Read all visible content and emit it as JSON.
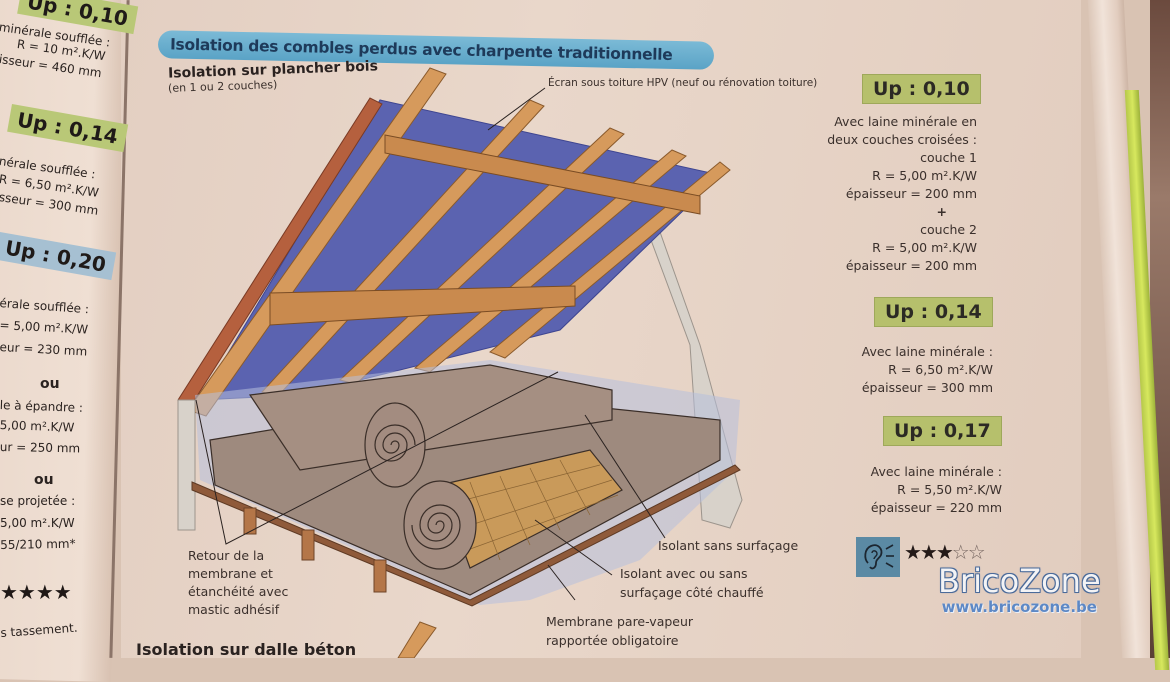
{
  "left_page": {
    "entries": [
      {
        "badge": "Up : 0,10",
        "color": "green",
        "lines": [
          "minérale soufflée :",
          "R = 10 m².K/W",
          "isseur = 460 mm"
        ]
      },
      {
        "badge": "Up : 0,14",
        "color": "green",
        "lines": [
          "nérale soufflée :",
          "R = 6,50 m².K/W",
          "sseur = 300 mm"
        ]
      },
      {
        "badge": "Up : 0,20",
        "color": "blue",
        "lines": [
          "érale soufflée :",
          "= 5,00 m².K/W",
          "eur = 230 mm",
          "ou",
          "le à épandre :",
          "5,00 m².K/W",
          "ur = 250 mm",
          "ou",
          "se projetée :",
          "5,00 m².K/W",
          "55/210 mm*"
        ]
      }
    ],
    "rating": "★★★★",
    "footnote": "s tassement."
  },
  "section": {
    "title": "Isolation des combles perdus avec charpente traditionnelle",
    "subtitle": "Isolation sur plancher bois",
    "subnote": "(en 1 ou 2 couches)"
  },
  "diagram_labels": {
    "screen": "Écran sous toiture HPV (neuf ou rénovation toiture)",
    "return": [
      "Retour de la",
      "membrane et",
      "étanchéité avec",
      "mastic adhésif"
    ],
    "unfaced": "Isolant sans surfaçage",
    "faced": [
      "Isolant avec ou sans",
      "surfaçage côté chauffé"
    ],
    "vapor": [
      "Membrane pare-vapeur",
      "rapportée obligatoire"
    ]
  },
  "specs": [
    {
      "badge": "Up : 0,10",
      "lines": [
        "Avec laine minérale en",
        "deux couches croisées :",
        "couche 1",
        "R = 5,00 m².K/W",
        "épaisseur = 200 mm",
        "+",
        "couche 2",
        "R = 5,00 m².K/W",
        "épaisseur = 200 mm"
      ]
    },
    {
      "badge": "Up : 0,14",
      "lines": [
        "Avec laine minérale :",
        "R = 6,50 m².K/W",
        "épaisseur = 300 mm"
      ]
    },
    {
      "badge": "Up : 0,17",
      "lines": [
        "Avec laine minérale :",
        "R = 5,50 m².K/W",
        "épaisseur = 220 mm"
      ]
    }
  ],
  "acoustic": {
    "icon": "ear-icon",
    "filled": "★★★",
    "empty": "☆☆"
  },
  "next_section": "Isolation sur dalle béton",
  "watermark": {
    "brand": "BricoZone",
    "url": "www.bricozone.be"
  },
  "colors": {
    "badge_green": "#b6c06c",
    "banner_blue": "#5aa3c6",
    "membrane_blue": "#5b63b0",
    "wood": "#c98a4e"
  }
}
